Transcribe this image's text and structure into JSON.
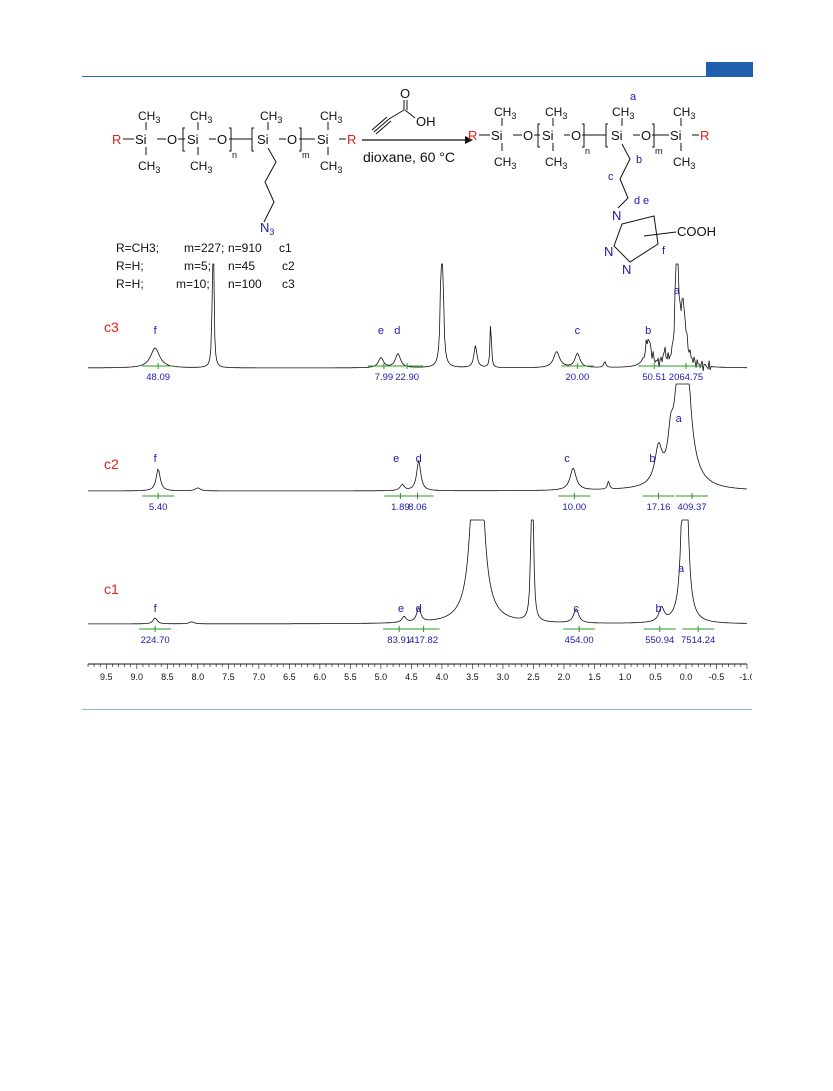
{
  "figure": {
    "reaction": {
      "condition": "dioxane, 60 °C",
      "reagent_oh": "OH",
      "reagent_o": "O",
      "reactant": {
        "r": "R",
        "si": "Si",
        "o": "O",
        "ch3": "CH3",
        "sub_n": "n",
        "sub_m": "m",
        "n3": "N3"
      },
      "product": {
        "cooh": "COOH",
        "n": "N"
      },
      "labels": [
        "a",
        "b",
        "c",
        "d",
        "e",
        "f"
      ],
      "samples": [
        {
          "r": "R=CH3;",
          "m": "m=227;",
          "n": "n=910",
          "id": "c1"
        },
        {
          "r": "R=H;",
          "m": "m=5;",
          "n": "n=45",
          "id": "c2"
        },
        {
          "r": "R=H;",
          "m": "m=10;",
          "n": "n=100",
          "id": "c3"
        }
      ]
    },
    "colors": {
      "accent": "#1f5fad",
      "rgroup": "#e0201a",
      "label": "#1a1ab0",
      "integral": "#2a9a2a"
    }
  },
  "chart_data": {
    "type": "line",
    "xlabel": "",
    "ylabel": "",
    "xlim": [
      9.8,
      -1.0
    ],
    "x_reversed": true,
    "xticks": [
      "9.5",
      "9.0",
      "8.5",
      "8.0",
      "7.5",
      "7.0",
      "6.5",
      "6.0",
      "5.5",
      "5.0",
      "4.5",
      "4.0",
      "3.5",
      "3.0",
      "2.5",
      "2.0",
      "1.5",
      "1.0",
      "0.5",
      "0.0",
      "-0.5",
      "-1.0"
    ],
    "spectra": [
      {
        "name": "c3",
        "peak_labels": [
          {
            "label": "f",
            "x": 8.7
          },
          {
            "label": "e",
            "x": 5.0
          },
          {
            "label": "d",
            "x": 4.73
          },
          {
            "label": "c",
            "x": 1.78
          },
          {
            "label": "b",
            "x": 0.62
          },
          {
            "label": "a",
            "x": 0.15
          }
        ],
        "integrals": [
          {
            "value": "48.09",
            "x": 8.65
          },
          {
            "value": "7.99",
            "x": 4.95
          },
          {
            "value": "22.90",
            "x": 4.57
          },
          {
            "value": "20.00",
            "x": 1.78
          },
          {
            "value": "50.51",
            "x": 0.52
          },
          {
            "value": "2064.75",
            "x": 0.0
          }
        ]
      },
      {
        "name": "c2",
        "peak_labels": [
          {
            "label": "f",
            "x": 8.7
          },
          {
            "label": "e",
            "x": 4.75
          },
          {
            "label": "d",
            "x": 4.38
          },
          {
            "label": "c",
            "x": 1.95
          },
          {
            "label": "b",
            "x": 0.55
          },
          {
            "label": "a",
            "x": 0.12
          }
        ],
        "integrals": [
          {
            "value": "5.40",
            "x": 8.65
          },
          {
            "value": "1.89",
            "x": 4.68
          },
          {
            "value": "8.06",
            "x": 4.4
          },
          {
            "value": "10.00",
            "x": 1.83
          },
          {
            "value": "17.16",
            "x": 0.45
          },
          {
            "value": "409.37",
            "x": -0.1
          }
        ]
      },
      {
        "name": "c1",
        "peak_labels": [
          {
            "label": "f",
            "x": 8.7
          },
          {
            "label": "e",
            "x": 4.67
          },
          {
            "label": "d",
            "x": 4.38
          },
          {
            "label": "c",
            "x": 1.8
          },
          {
            "label": "b",
            "x": 0.45
          },
          {
            "label": "a",
            "x": 0.08
          }
        ],
        "integrals": [
          {
            "value": "224.70",
            "x": 8.7
          },
          {
            "value": "83.91",
            "x": 4.7
          },
          {
            "value": "417.82",
            "x": 4.3
          },
          {
            "value": "454.00",
            "x": 1.75
          },
          {
            "value": "550.94",
            "x": 0.43
          },
          {
            "value": "7514.24",
            "x": -0.2
          }
        ]
      }
    ]
  }
}
